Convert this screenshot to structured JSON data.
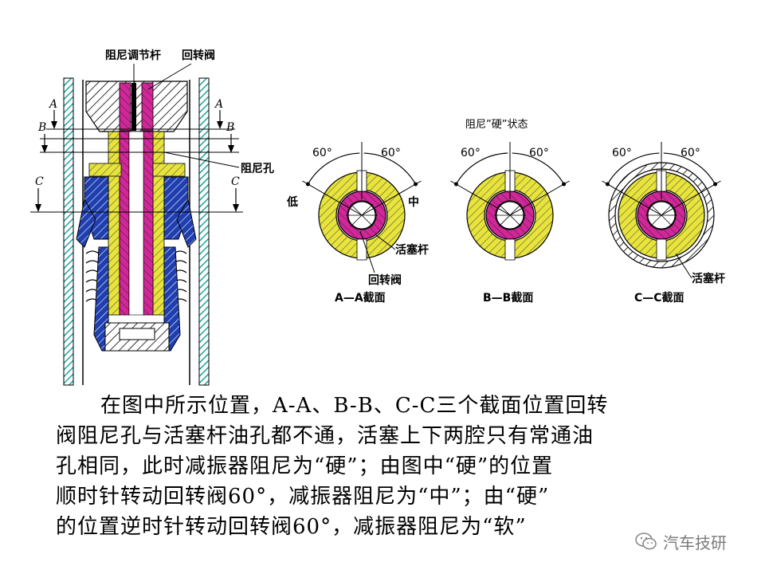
{
  "labels": {
    "damping_rod": "阻尼调节杆",
    "rotary_valve_top": "回转阀",
    "damping_hole": "阻尼孔",
    "section_a": "A",
    "section_b": "B",
    "section_c": "C",
    "state_title": "阻尼”硬”状态",
    "deg": "60°",
    "low": "低",
    "mid": "中",
    "piston_rod": "活塞杆",
    "rotary_valve": "回转阀",
    "cap_aa": "A—A截面",
    "cap_bb": "B—B截面",
    "cap_cc": "C—C截面"
  },
  "body": {
    "line1": "在图中所示位置，A-A、B-B、C-C三个截面位置回转",
    "line2": "阀阻尼孔与活塞杆油孔都不通，活塞上下两腔只有常通油",
    "line3": "孔相同，此时减振器阻尼为“硬”；由图中“硬”的位置",
    "line4": "顺时针转动回转阀60°，减振器阻尼为“中”；由“硬”",
    "line5": "的位置逆时针转动回转阀60°，减振器阻尼为“软”"
  },
  "watermark": "汽车技研",
  "colors": {
    "cyan": "#1ba6a0",
    "yellow": "#e8e43a",
    "magenta": "#d4259a",
    "blue": "#1f3fb0"
  }
}
